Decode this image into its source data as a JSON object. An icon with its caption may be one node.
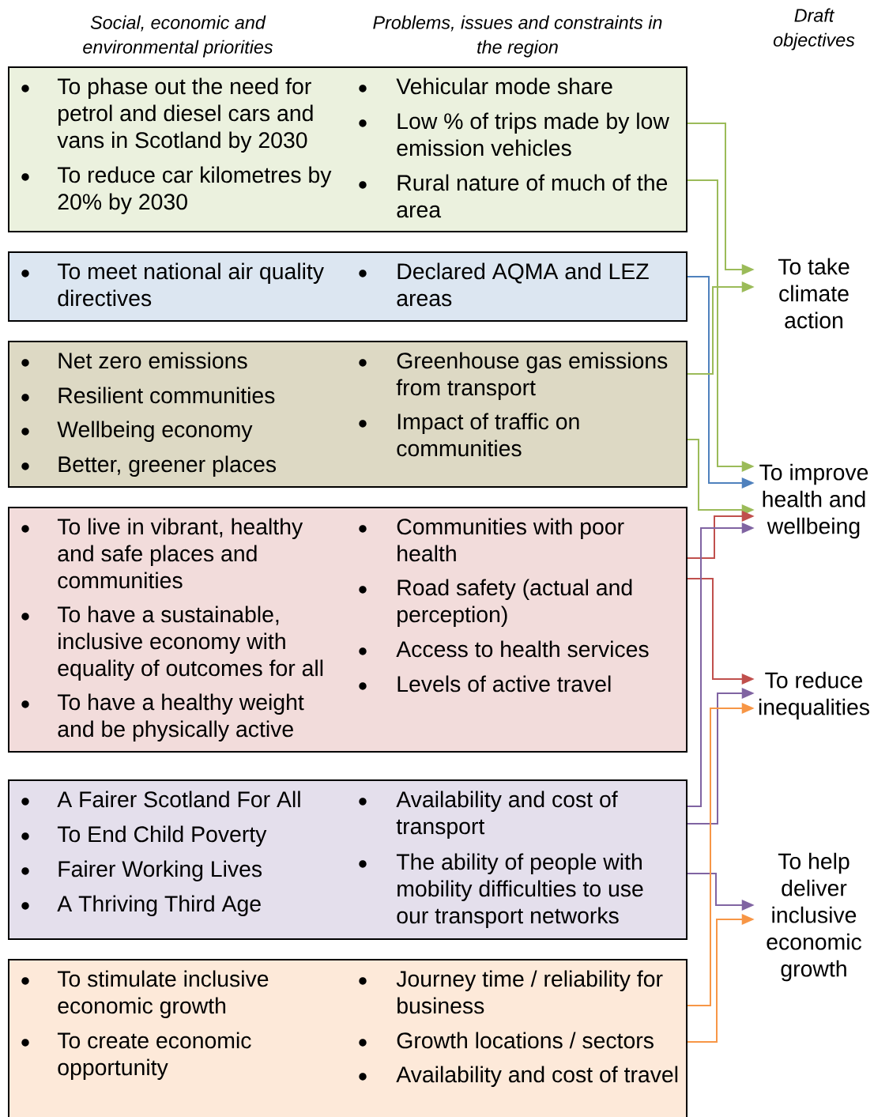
{
  "diagram": {
    "nodes": [
      {
        "text": [
          "To phase out the need for petrol and diesel cars and vans in Scotland by 2030",
          "To reduce car kilometres by 20% by 2030",
          "Vehicular mode share",
          "Low % of trips made by low emission vehicles",
          "Rural nature of much of the area"
        ]
      },
      {
        "text": [
          "To meet national air quality directives",
          "Declared AQMA and LEZ areas"
        ]
      },
      {
        "text": [
          "Net zero emissions",
          "Resilient communities",
          "Wellbeing economy",
          "Better, greener places",
          "Greenhouse gas emissions from transport",
          "Impact of traffic on communities"
        ]
      },
      {
        "text": [
          "To live in vibrant, healthy and safe places and communities",
          "To have a sustainable, inclusive economy with equality of outcomes for all",
          "To have a healthy weight and be physically active",
          "Communities with poor health",
          "Road safety (actual and perception)",
          "Access to health services",
          "Levels of active travel"
        ]
      },
      {
        "text": [
          "A Fairer Scotland For All",
          "To End Child Poverty",
          "Fairer Working Lives",
          "A Thriving Third Age",
          "Availability and cost of transport",
          "The ability of people with mobility difficulties to use our transport networks"
        ]
      },
      {
        "text": [
          "To stimulate inclusive economic growth",
          "To create economic opportunity",
          "Journey time / reliability for business",
          "Growth locations / sectors",
          "Availability and cost of travel"
        ]
      },
      {
        "text": [
          "To take climate action"
        ]
      },
      {
        "text": [
          "To improve health and wellbeing"
        ]
      },
      {
        "text": [
          "To reduce inequalities"
        ]
      },
      {
        "text": [
          "To help deliver inclusive economic growth"
        ]
      }
    ],
    "edges": [
      {
        "from": 0,
        "to": 6,
        "arrow": "to",
        "color": "#9bbb59"
      },
      {
        "from": 0,
        "to": 7,
        "arrow": "to",
        "color": "#9bbb59"
      },
      {
        "from": 1,
        "to": 7,
        "arrow": "to",
        "color": "#4f81bd"
      },
      {
        "from": 2,
        "to": 6,
        "arrow": "to",
        "color": "#9bbb59"
      },
      {
        "from": 2,
        "to": 7,
        "arrow": "to",
        "color": "#9bbb59"
      },
      {
        "from": 3,
        "to": 7,
        "arrow": "to",
        "color": "#c0504d"
      },
      {
        "from": 3,
        "to": 8,
        "arrow": "to",
        "color": "#c0504d"
      },
      {
        "from": 4,
        "to": 7,
        "arrow": "to",
        "color": "#8064a2"
      },
      {
        "from": 4,
        "to": 8,
        "arrow": "to",
        "color": "#8064a2"
      },
      {
        "from": 4,
        "to": 9,
        "arrow": "to",
        "color": "#8064a2"
      },
      {
        "from": 5,
        "to": 8,
        "arrow": "to",
        "color": "#f79646"
      },
      {
        "from": 5,
        "to": 9,
        "arrow": "to",
        "color": "#f79646"
      }
    ],
    "labels": [
      "Social, economic and environmental priorities",
      "Problems, issues and constraints in the region",
      "Draft objectives"
    ]
  }
}
